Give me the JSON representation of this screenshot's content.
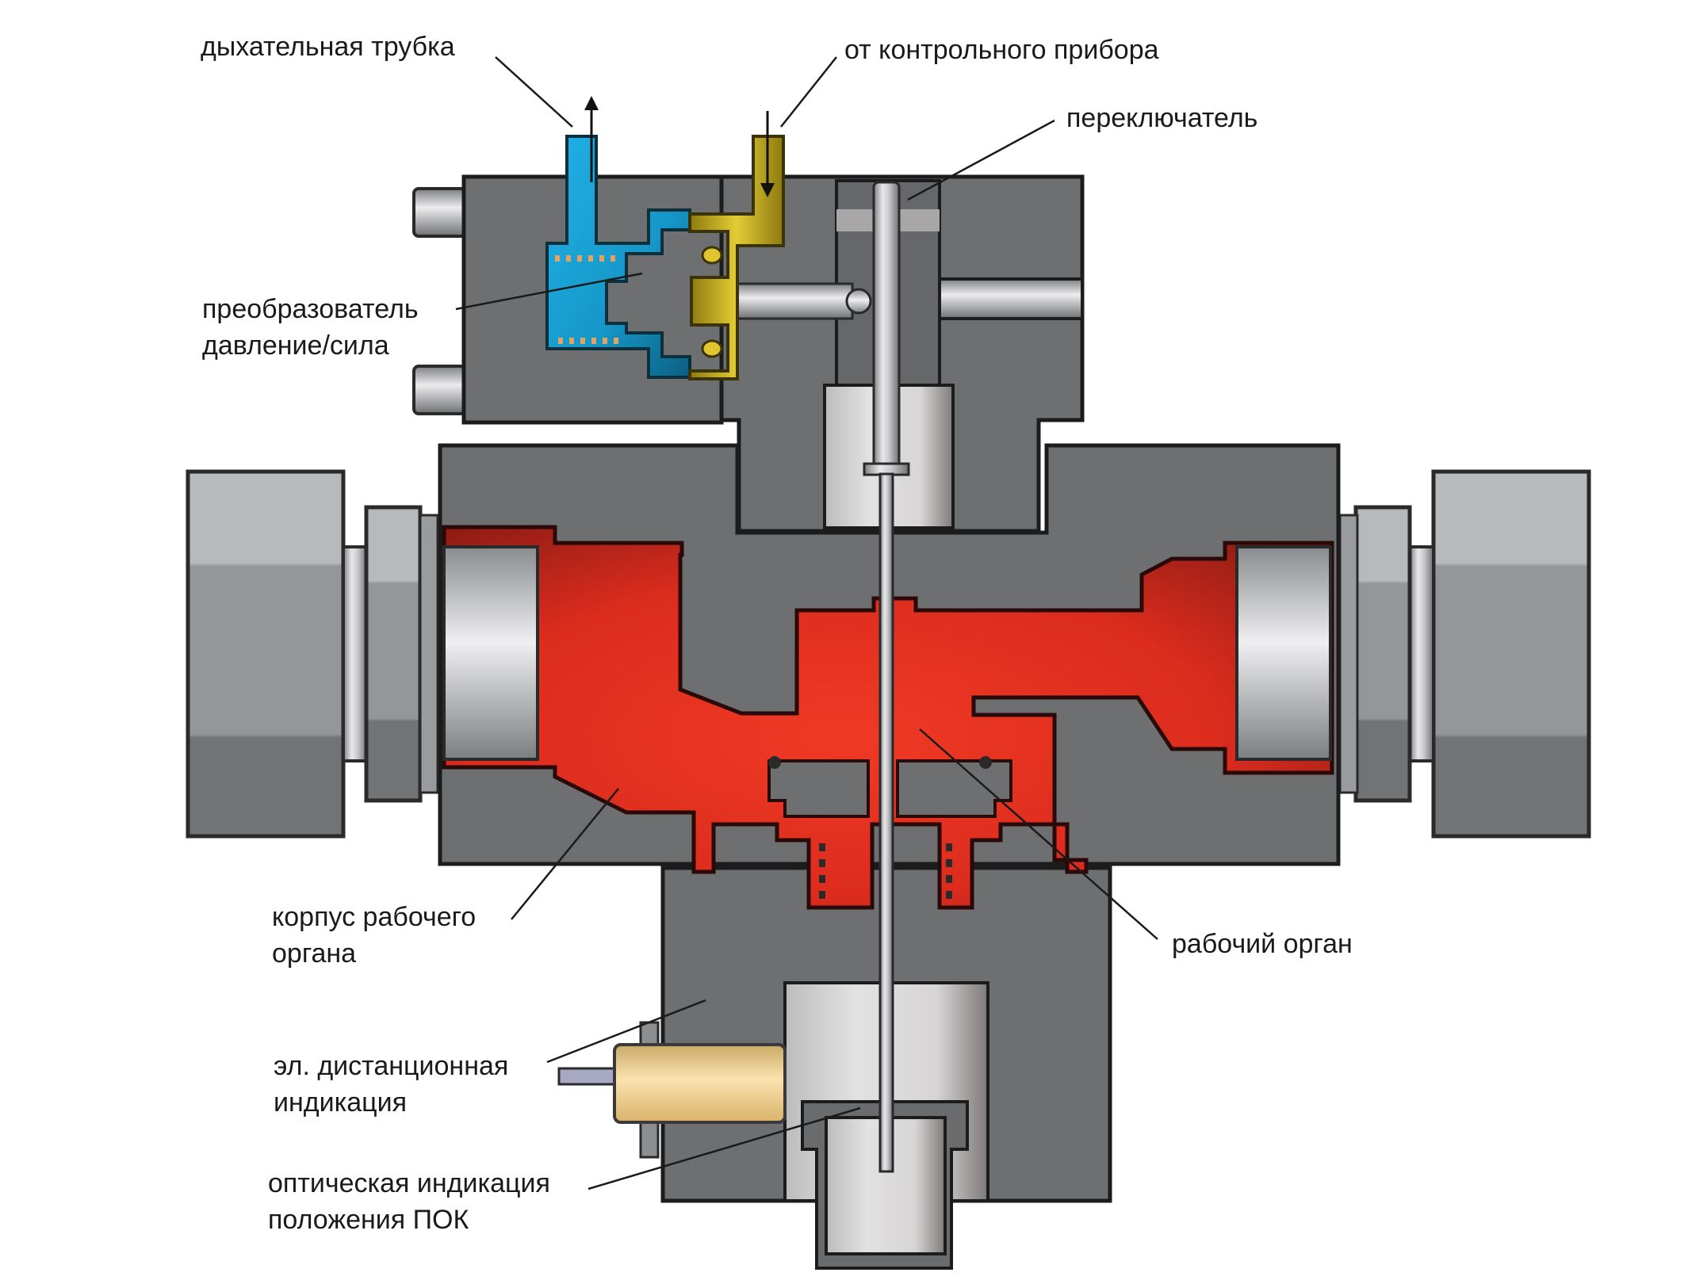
{
  "diagram": {
    "title": "Valve cross-section",
    "colors": {
      "body": "#6e6f71",
      "body_dark": "#5c5d5f",
      "outline": "#1c1c1c",
      "working_fluid": "#e8301f",
      "working_fluid_dark": "#8e1c14",
      "breathing_tube": "#1aa3d8",
      "breathing_tube_dark": "#0d6f96",
      "control_line": "#d9c22a",
      "control_line_dark": "#8c7a10",
      "steel_light": "#e6e6e8",
      "steel_mid": "#a9aaad",
      "nut_light": "#b8b9bb",
      "nut_mid": "#969799",
      "sensor": "#f2d497",
      "sensor_dark": "#b99b5c",
      "background": "#ffffff"
    },
    "labels": {
      "breathing_tube": "дыхательная трубка",
      "from_control_device": "от контрольного прибора",
      "switch": "переключатель",
      "transducer_line1": "преобразователь",
      "transducer_line2": "давление/сила",
      "body_line1": "корпус рабочего",
      "body_line2": "органа",
      "working_element": "рабочий орган",
      "remote_line1": "эл. дистанционная",
      "remote_line2": "индикация",
      "optical_line1": "оптическая индикация",
      "optical_line2": "положения ПОК"
    }
  }
}
